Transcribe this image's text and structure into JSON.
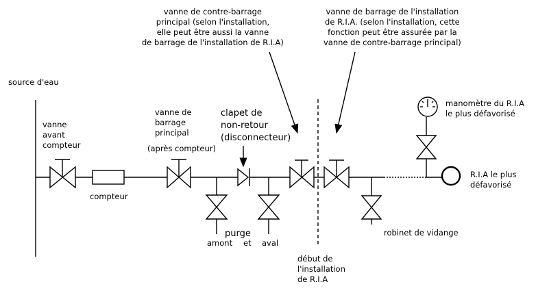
{
  "labels": {
    "source": "source d'eau",
    "vanne_avant": "vanne\navant\ncompteur",
    "compteur": "compteur",
    "vanne_barrage": "vanne de\nbarrage\nprincipal",
    "apres_compteur": "(après compteur)",
    "clapet": "clapet de\nnon-retour\n(disconnecteur)",
    "purge": "purge",
    "amont": "amont",
    "et": "et",
    "aval": "aval",
    "contre_barrage": "vanne de contre-barrage\nprincipal (selon l'installation,\nelle peut être aussi la vanne\nde barrage de l'installation de R.I.A)",
    "barrage_installation": "vanne de barrage de l'installation\nde R.I.A. (selon l'installation, cette\nfonction peut être assurée par la\nvanne de contre-barrage principal)",
    "debut": "début de\nl'installation\nde R.I.A",
    "manometre": "manomètre du R.I.A\nle plus défavorisé",
    "ria": "R.I.A le plus\ndéfavorisé",
    "robinet": "robinet de vidange"
  }
}
